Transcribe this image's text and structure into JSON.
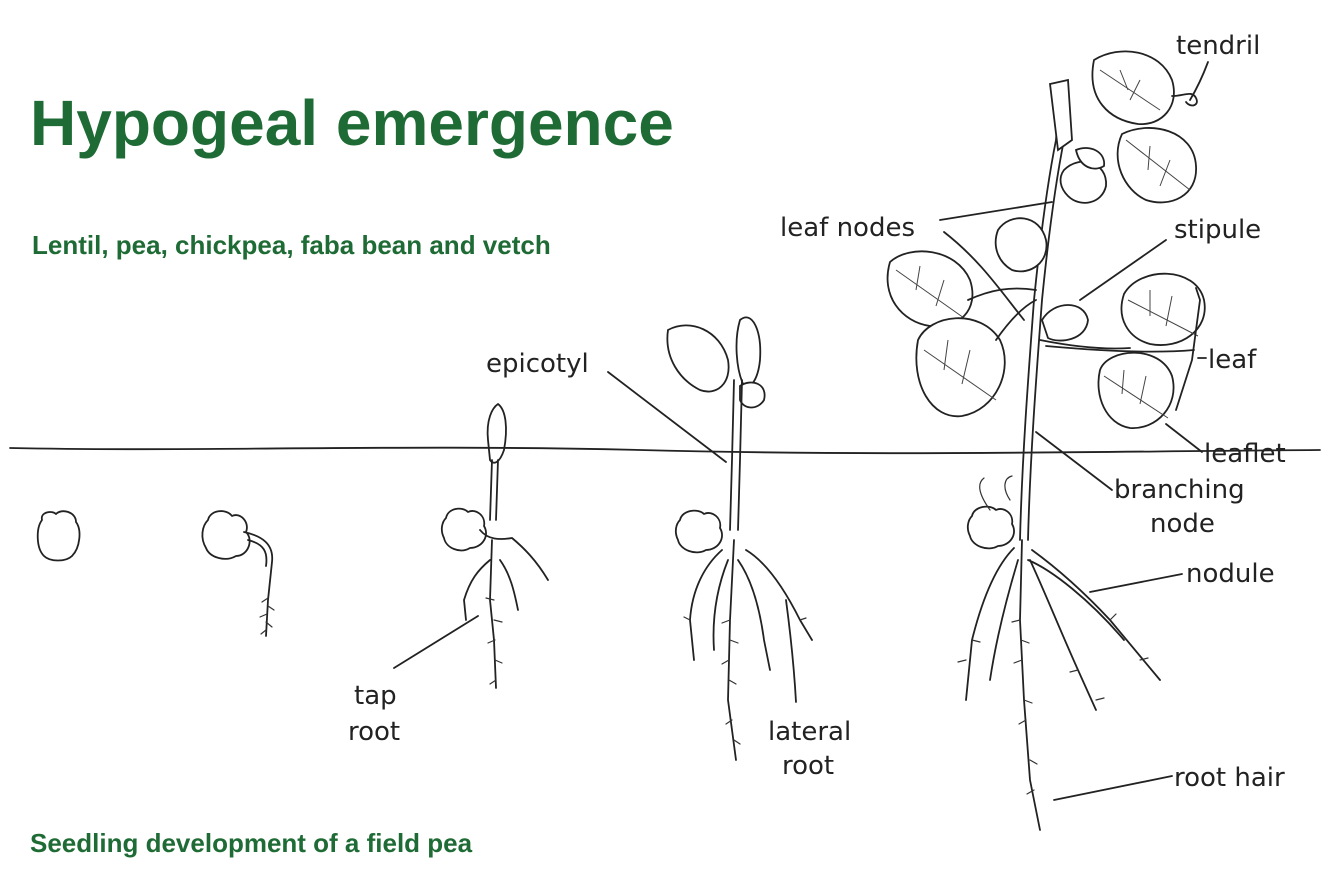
{
  "title": "Hypogeal emergence",
  "subtitle": "Lentil, pea, chickpea, faba bean and vetch",
  "caption": "Seedling development of a field pea",
  "labels": {
    "tendril": "tendril",
    "leaf_nodes": "leaf nodes",
    "stipule": "stipule",
    "epicotyl": "epicotyl",
    "leaf": "leaf",
    "leaflet": "leaflet",
    "branching": "branching",
    "node": "node",
    "nodule": "nodule",
    "tap": "tap",
    "root_tap": "root",
    "lateral": "lateral",
    "root_lateral": "root",
    "root_hair": "root hair"
  },
  "colors": {
    "heading": "#1f6b35",
    "lines": "#222222",
    "background": "#ffffff"
  }
}
